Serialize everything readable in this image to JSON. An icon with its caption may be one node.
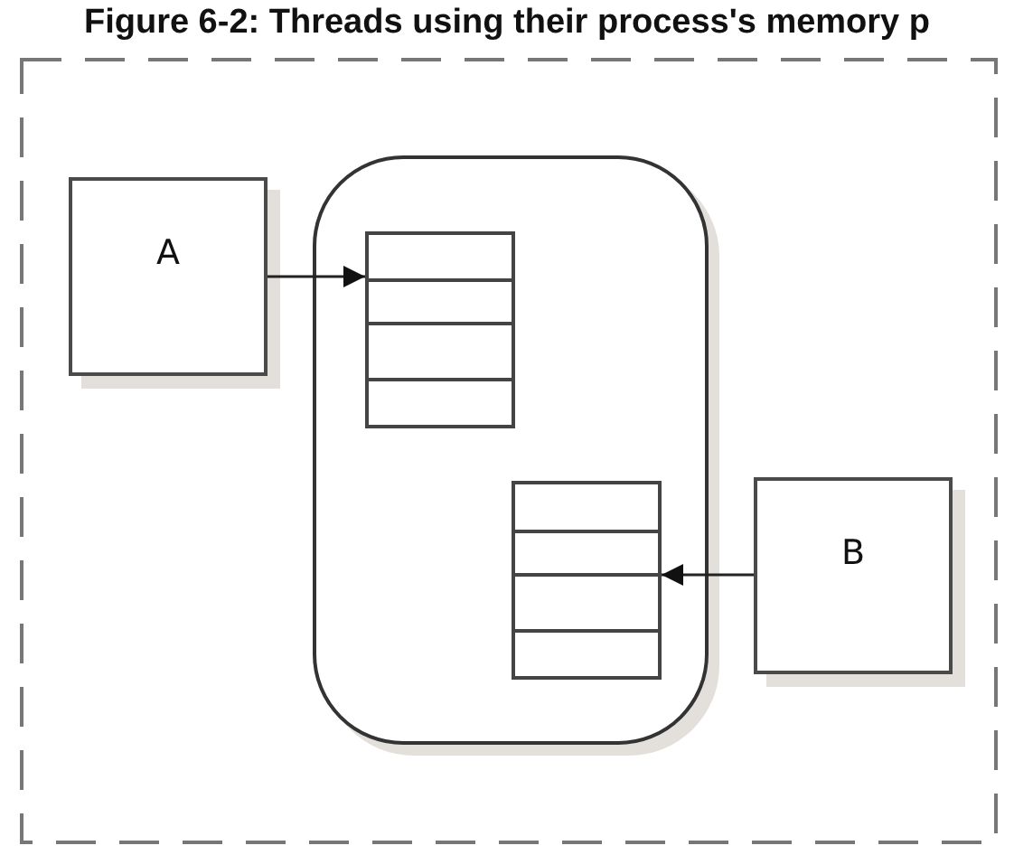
{
  "diagram": {
    "title": "Figure 6-2: Threads using their process's memory p",
    "nodes": [
      {
        "text": [],
        "shape": "frame"
      },
      {
        "text": [
          "A"
        ],
        "in": 0
      },
      {
        "text": [],
        "shape": "rounded",
        "in": 0
      },
      {
        "text": [],
        "shape": "stack",
        "in": 2
      },
      {
        "text": [],
        "shape": "stack",
        "in": 2
      },
      {
        "text": [
          "B"
        ],
        "in": 0
      }
    ],
    "edges": [
      {
        "from": 1,
        "to": 3,
        "arrow": "to"
      },
      {
        "from": 5,
        "to": 4,
        "arrow": "to"
      }
    ]
  }
}
